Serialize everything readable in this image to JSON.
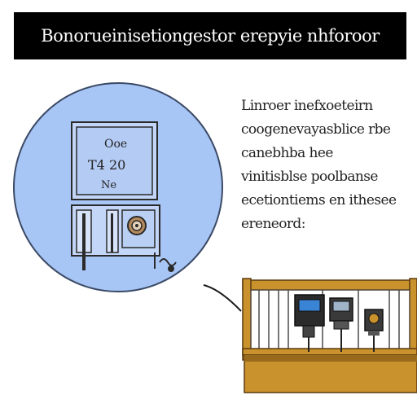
{
  "title": "Bonorueinisetiongestor erepyie nhforoor",
  "description_lines": [
    "Linroer inefxoeteirn",
    "coogenevayasblice rbe",
    "canebhba hee",
    "vinitisblse poolbanse",
    "ecetiontiems en ithesee",
    "ereneord:"
  ],
  "panel": {
    "line1": "Ooe",
    "line2": "T4 20",
    "line3": "Ne"
  },
  "colors": {
    "circle_fill": "#a8c6f5",
    "circle_stroke": "#3b4a66",
    "title_bg": "#000000",
    "wood": "#c9922c",
    "wood_dark": "#9a6a1c",
    "screen_blue": "#3a84d6"
  }
}
